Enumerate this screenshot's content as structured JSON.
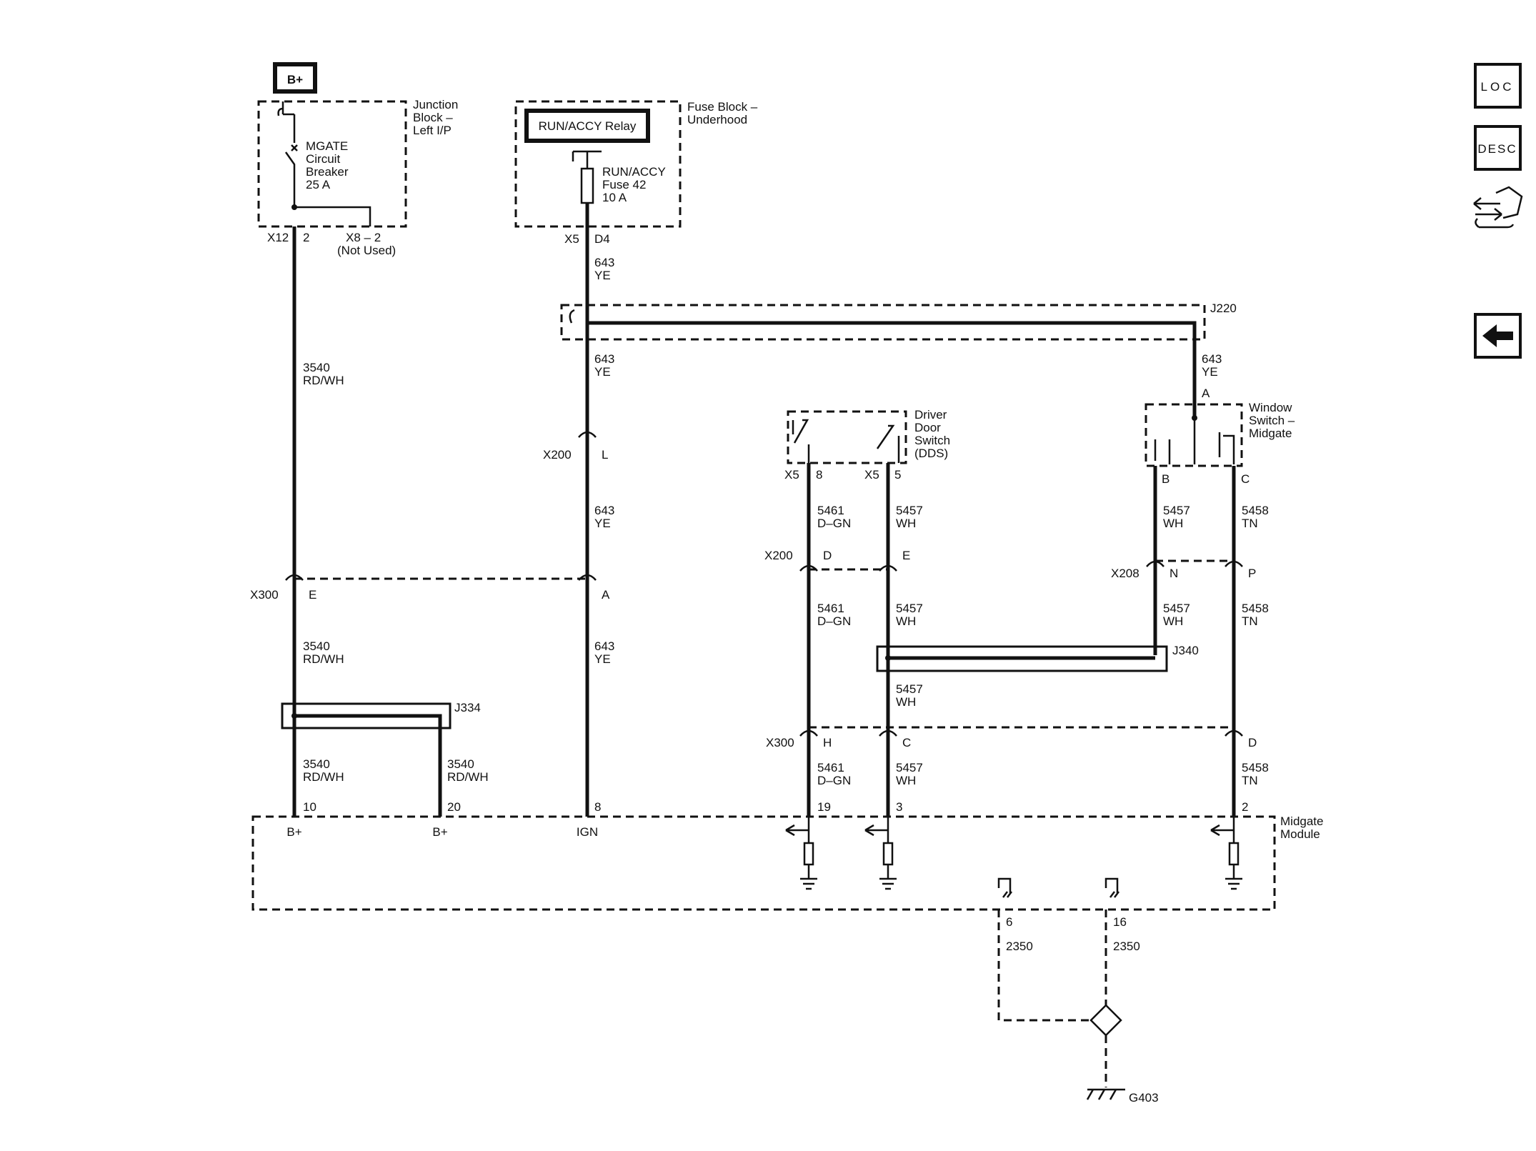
{
  "power_source": "B+",
  "junction_block": {
    "name": "Junction\nBlock –\nLeft I/P",
    "breaker": "MGATE\nCircuit\nBreaker\n25 A",
    "conn_left": "X12",
    "pin_left": "2",
    "conn_right": "X8 – 2",
    "not_used": "(Not Used)"
  },
  "fuse_block": {
    "name": "Fuse Block –\nUnderhood",
    "relay": "RUN/ACCY Relay",
    "fuse": "RUN/ACCY\nFuse 42\n10 A",
    "conn": "X5",
    "pin": "D4"
  },
  "driver_door_switch": {
    "name": "Driver\nDoor\nSwitch\n(DDS)",
    "conn_1": "X5",
    "pin_1": "8",
    "conn_2": "X5",
    "pin_2": "5"
  },
  "window_switch": {
    "name": "Window\nSwitch –\nMidgate",
    "pin_a": "A",
    "pin_b": "B",
    "pin_c": "C"
  },
  "splices": {
    "j220": "J220",
    "j334": "J334",
    "j340": "J340"
  },
  "connectors": {
    "x200_top": "X200",
    "x200_top_pin": "L",
    "x300_left": "X300",
    "x300_pin_e": "E",
    "x300_pin_a": "A",
    "x200_mid": "X200",
    "x200_pin_d": "D",
    "x200_pin_e": "E",
    "x208": "X208",
    "x208_pin_n": "N",
    "x208_pin_p": "P",
    "x300_mid": "X300",
    "x300_pin_h": "H",
    "x300_pin_c": "C",
    "x300_pin_d": "D"
  },
  "wires": {
    "w643a": "643\nYE",
    "w643b": "643\nYE",
    "w643c": "643\nYE",
    "w643d": "643\nYE",
    "w643e": "643\nYE",
    "w3540a": "3540\nRD/WH",
    "w3540b": "3540\nRD/WH",
    "w3540c": "3540\nRD/WH",
    "w3540d": "3540\nRD/WH",
    "w5461a": "5461\nD–GN",
    "w5461b": "5461\nD–GN",
    "w5461c": "5461\nD–GN",
    "w5457a": "5457\nWH",
    "w5457b": "5457\nWH",
    "w5457c": "5457\nWH",
    "w5457d": "5457\nWH",
    "w5457e": "5457\nWH",
    "w5457f": "5457\nWH",
    "w5458a": "5458\nTN",
    "w5458b": "5458\nTN",
    "w5458c": "5458\nTN",
    "w2350a": "2350",
    "w2350b": "2350"
  },
  "module": {
    "name": "Midgate\nModule",
    "pins": [
      "10",
      "20",
      "8",
      "19",
      "3",
      "2",
      "6",
      "16"
    ],
    "pin_labels": [
      "B+",
      "B+",
      "IGN"
    ]
  },
  "ground": "G403",
  "nav": {
    "loc": "LOC",
    "desc": "DESC"
  }
}
